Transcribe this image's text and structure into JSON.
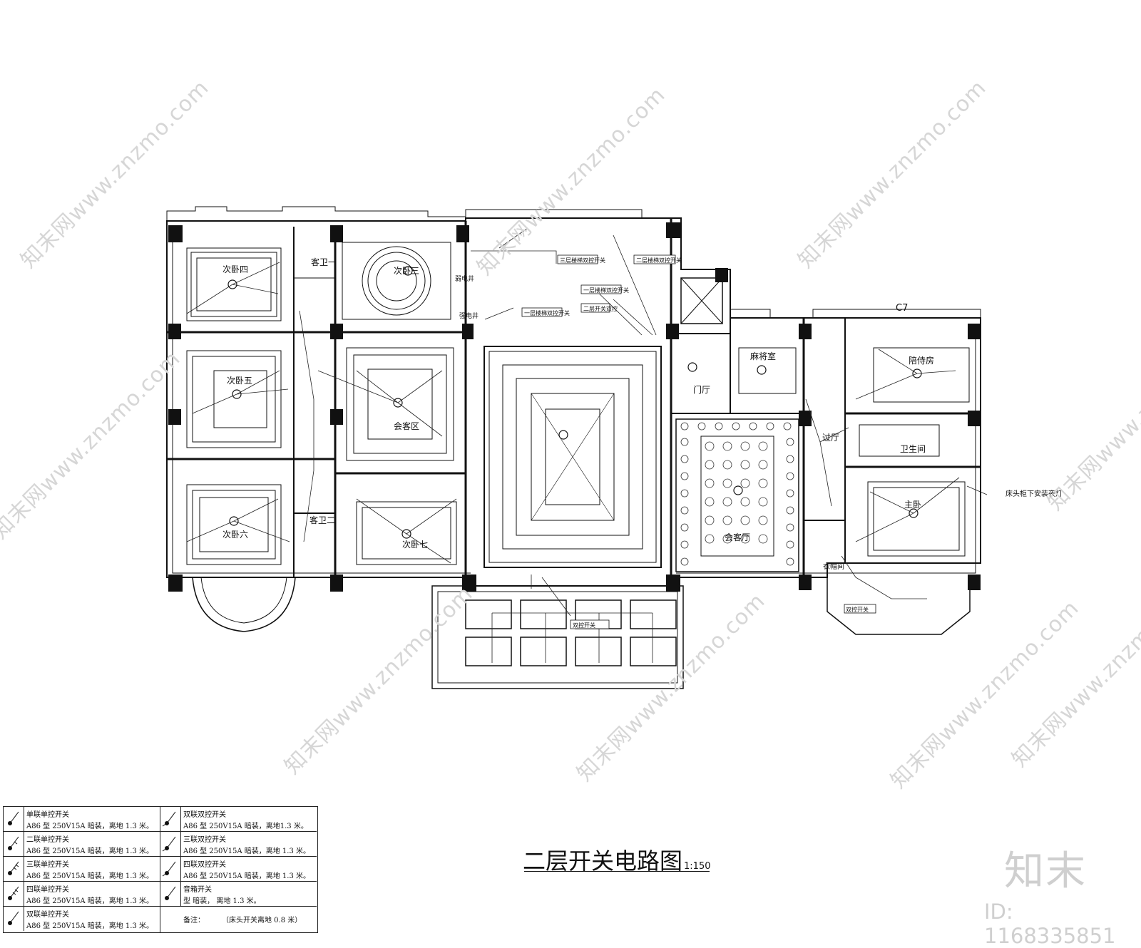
{
  "rooms": {
    "ci_wo_si": "次卧四",
    "ke_wei_yi": "客卫一",
    "ci_wo_san": "次卧三",
    "ci_wo_wu": "次卧五",
    "hui_ke_qu": "会客区",
    "ci_wo_liu": "次卧六",
    "ke_wei_er": "客卫二",
    "ci_wo_qi": "次卧七",
    "men_ting": "门厅",
    "ma_jiang_shi": "麻将室",
    "pei_shi_fang": "陪侍房",
    "guo_ting": "过厅",
    "wei_sheng_jian": "卫生间",
    "zhu_wo": "主卧",
    "hui_ke_ting": "会客厅",
    "yi_mao_jian": "衣帽间",
    "ruo_dian": "弱电井",
    "qiang_dian": "强电井"
  },
  "grid_label": "C7",
  "annotations": {
    "bedside_note": "床头柜下安装夜灯",
    "switch_tags": [
      "三层楼梯双控开关",
      "二层楼梯双控开关",
      "一层楼梯双控开关",
      "一层楼梯双控开关",
      "二层开关双控",
      "双控开关",
      "双控开关"
    ]
  },
  "title": "二层开关电路图",
  "scale": "1:150",
  "legend": {
    "left": [
      {
        "name": "单联单控开关",
        "spec": "A86   型   250V15A   暗装，离地  1.3  米。"
      },
      {
        "name": "二联单控开关",
        "spec": "A86   型   250V15A   暗装，离地  1.3  米。"
      },
      {
        "name": "三联单控开关",
        "spec": "A86   型   250V15A   暗装，离地  1.3  米。"
      },
      {
        "name": "四联单控开关",
        "spec": "A86   型   250V15A   暗装，离地  1.3  米。"
      },
      {
        "name": "双联单控开关",
        "spec": "A86   型   250V15A  暗装，离地  1.3  米。"
      }
    ],
    "right": [
      {
        "name": "双联双控开关",
        "spec": "A86   型   250V15A    暗装，离地1.3 米。"
      },
      {
        "name": "三联双控开关",
        "spec": "A86   型   250V15A    暗装，离地 1.3 米。"
      },
      {
        "name": "四联双控开关",
        "spec": "A86   型   250V15A    暗装，离地 1.3 米。"
      },
      {
        "name": "音箱开关",
        "spec": "型    暗装，   离地  1.3  米。"
      },
      {
        "name": "备注：",
        "spec": "（床头开关离地  0.8  米）"
      }
    ]
  },
  "watermark": {
    "text": "知末网www.znzmo.com",
    "brand": "知末",
    "id_text": "ID: 1168335851"
  }
}
